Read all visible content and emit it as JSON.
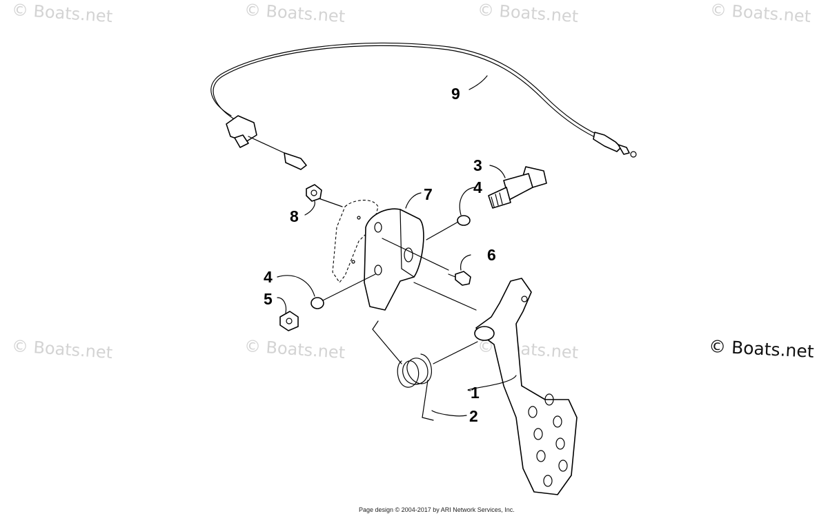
{
  "watermarks": [
    "© Boats.net",
    "© Boats.net",
    "© Boats.net",
    "© Boats.net",
    "© Boats.net",
    "© Boats.net",
    "© Boats.net"
  ],
  "brand": "© Boats.net",
  "footer": "Page design © 2004-2017 by ARI Network Services, Inc.",
  "callouts": {
    "c1": "1",
    "c2": "2",
    "c3": "3",
    "c4a": "4",
    "c4b": "4",
    "c5": "5",
    "c6": "6",
    "c7": "7",
    "c8": "8",
    "c9": "9"
  }
}
